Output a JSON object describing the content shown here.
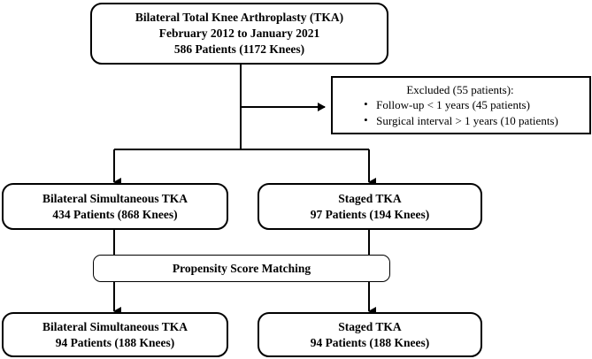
{
  "diagram": {
    "title": "Bilateral Total Knee Arthroplasty patient selection flowchart",
    "type": "flowchart",
    "colors": {
      "stroke": "#000000",
      "background": "#ffffff",
      "text": "#000000"
    },
    "nodes": {
      "root": {
        "lines": [
          "Bilateral Total Knee Arthroplasty (TKA)",
          "February 2012 to January 2021",
          "586 Patients (1172 Knees)"
        ]
      },
      "excluded": {
        "title": "Excluded (55 patients):",
        "items": [
          "Follow-up < 1 years (45 patients)",
          "Surgical interval > 1 years (10 patients)"
        ]
      },
      "simultaneous": {
        "lines": [
          "Bilateral Simultaneous TKA",
          "434 Patients (868 Knees)"
        ]
      },
      "staged": {
        "lines": [
          "Staged TKA",
          "97 Patients (194 Knees)"
        ]
      },
      "psm": {
        "label": "Propensity Score Matching"
      },
      "simultaneous_matched": {
        "lines": [
          "Bilateral Simultaneous TKA",
          "94 Patients (188 Knees)"
        ]
      },
      "staged_matched": {
        "lines": [
          "Staged TKA",
          "94 Patients (188 Knees)"
        ]
      }
    }
  }
}
